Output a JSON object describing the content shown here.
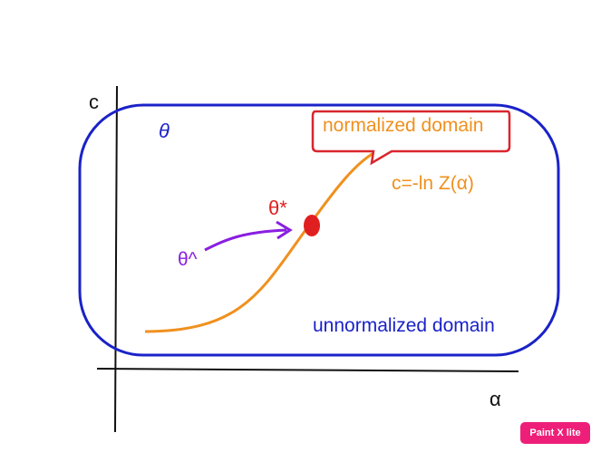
{
  "axes": {
    "y_label": "c",
    "x_label": "α"
  },
  "labels": {
    "theta": "θ",
    "normalized_domain": "normalized domain",
    "equation": "c=-ln Z(α)",
    "theta_star": "θ*",
    "theta_hat": "θ^",
    "unnormalized_domain": "unnormalized domain"
  },
  "watermark": "Paint X lite",
  "colors": {
    "axis": "#111111",
    "domain_outline": "#1a22c8",
    "curve": "#f0901e",
    "callout_border": "#d9262e",
    "theta_star": "#e02020",
    "theta_hat": "#8a1ee0",
    "theta": "#1a22c8",
    "unnormalized": "#1a22c8",
    "watermark_bg": "#ee1f78"
  }
}
